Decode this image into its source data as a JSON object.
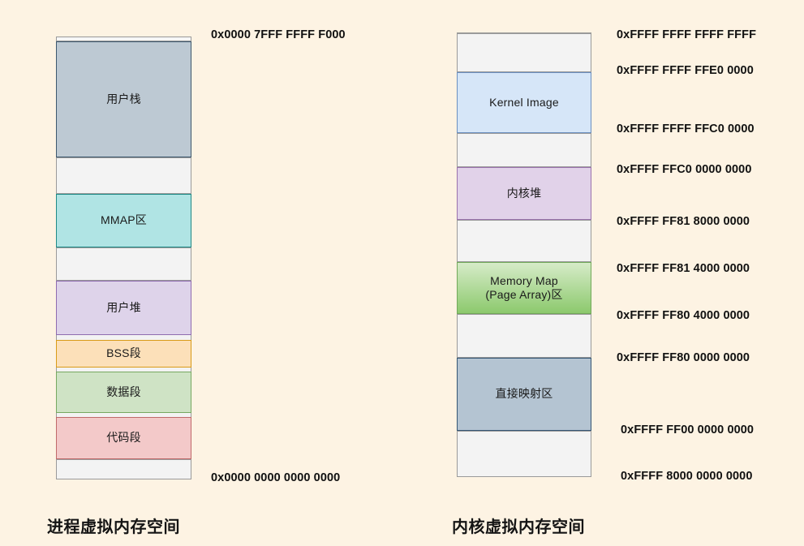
{
  "diagram": {
    "background_color": "#fdf3e3",
    "process_space": {
      "caption": "进程虚拟内存空间",
      "blocks": [
        {
          "label": "用户栈",
          "color": "#bdc9d3",
          "border": "#3d586e"
        },
        {
          "label": "",
          "color": "#f3f3f3",
          "border": "#9a9a9a"
        },
        {
          "label": "MMAP区",
          "color": "#b0e4e4",
          "border": "#1f8a86"
        },
        {
          "label": "",
          "color": "#f3f3f3",
          "border": "#9a9a9a"
        },
        {
          "label": "用户堆",
          "color": "#ded3ea",
          "border": "#8f6cb0"
        },
        {
          "label": "BSS段",
          "color": "#fce0b9",
          "border": "#d99b17"
        },
        {
          "label": "数据段",
          "color": "#cfe3c5",
          "border": "#77a861"
        },
        {
          "label": "代码段",
          "color": "#f3c9c9",
          "border": "#c06a6a"
        },
        {
          "label": "",
          "color": "#f3f3f3",
          "border": "#9a9a9a"
        }
      ],
      "addresses": [
        {
          "text": "0x0000 7FFF FFFF F000",
          "position": "top"
        },
        {
          "text": "0x0000 0000 0000 0000",
          "position": "bottom"
        }
      ]
    },
    "kernel_space": {
      "caption": "内核虚拟内存空间",
      "blocks": [
        {
          "label": "",
          "color": "#f3f3f3",
          "border": "#9a9a9a"
        },
        {
          "label": "Kernel Image",
          "color": "#d6e6f8",
          "border": "#6b8fc0"
        },
        {
          "label": "",
          "color": "#f3f3f3",
          "border": "#9a9a9a"
        },
        {
          "label": "内核堆",
          "color": "#e1d2e9",
          "border": "#9a72ad"
        },
        {
          "label": "",
          "color": "#f3f3f3",
          "border": "#9a9a9a"
        },
        {
          "label": "Memory Map\n(Page Array)区",
          "color": "#8cc96d",
          "border": "#72a95a"
        },
        {
          "label": "",
          "color": "#f3f3f3",
          "border": "#9a9a9a"
        },
        {
          "label": "直接映射区",
          "color": "#b4c4d2",
          "border": "#355674"
        },
        {
          "label": "",
          "color": "#f3f3f3",
          "border": "#9a9a9a"
        }
      ],
      "addresses": [
        {
          "text": "0xFFFF FFFF FFFF FFFF"
        },
        {
          "text": "0xFFFF FFFF FFE0 0000"
        },
        {
          "text": "0xFFFF FFFF FFC0 0000"
        },
        {
          "text": "0xFFFF FFC0 0000 0000"
        },
        {
          "text": "0xFFFF FF81 8000 0000"
        },
        {
          "text": "0xFFFF FF81 4000 0000"
        },
        {
          "text": "0xFFFF FF80 4000 0000"
        },
        {
          "text": "0xFFFF FF80 0000 0000"
        },
        {
          "text": "0xFFFF FF00 0000 0000"
        },
        {
          "text": "0xFFFF 8000 0000 0000"
        }
      ]
    }
  }
}
